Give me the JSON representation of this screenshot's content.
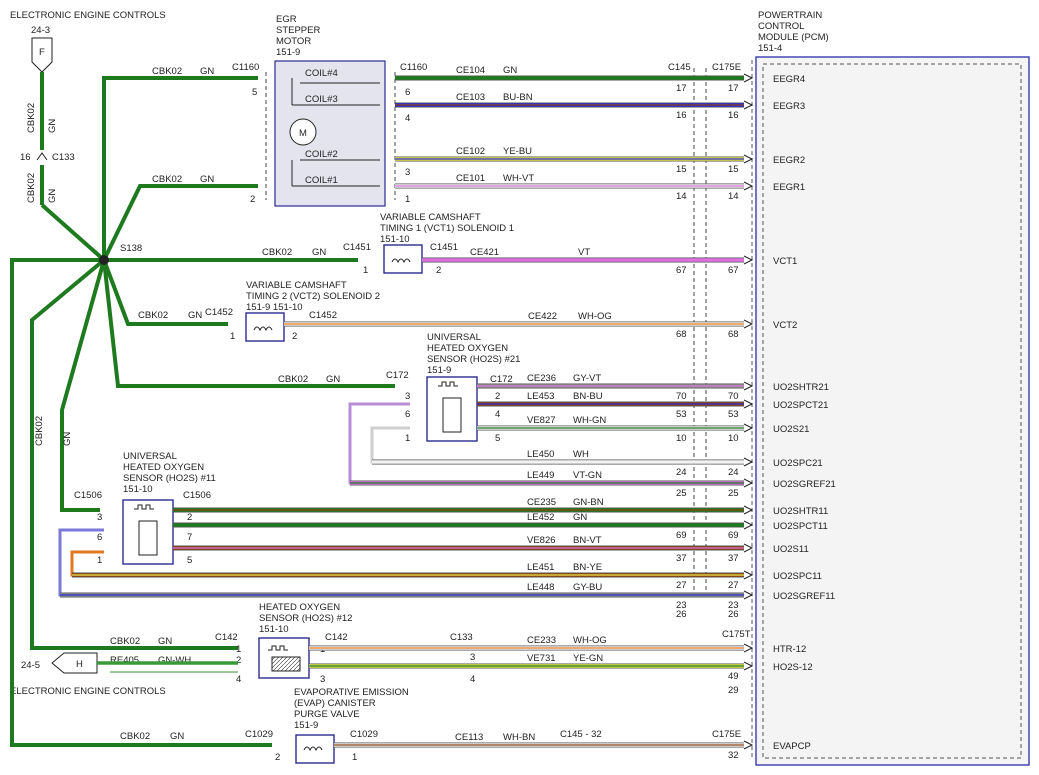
{
  "page": {
    "eec_top": "ELECTRONIC ENGINE CONTROLS",
    "eec_bottom": "ELECTRONIC ENGINE CONTROLS",
    "ref_top": "24-3",
    "ref_bottom": "24-5",
    "flag_top": "F",
    "flag_bottom": "H",
    "c133_pin": "16",
    "c133": "C133",
    "splice": "S138"
  },
  "vertical_wire": {
    "circuit": "CBK02",
    "color": "GN"
  },
  "pcm": {
    "title": [
      "POWERTRAIN",
      "CONTROL",
      "MODULE (PCM)",
      "151-4"
    ]
  },
  "egr": {
    "title": [
      "EGR",
      "STEPPER",
      "MOTOR",
      "151-9"
    ],
    "coils": [
      "COIL#4",
      "COIL#3",
      "COIL#2",
      "COIL#1"
    ],
    "motor": "M"
  },
  "components": {
    "vct1": [
      "VARIABLE CAMSHAFT",
      "TIMING 1 (VCT1) SOLENOID 1",
      "151-10"
    ],
    "vct2": [
      "VARIABLE CAMSHAFT",
      "TIMING 2 (VCT2) SOLENOID 2",
      "151-9   151-10"
    ],
    "ho2s21": [
      "UNIVERSAL",
      "HEATED OXYGEN",
      "SENSOR (HO2S) #21",
      "151-9"
    ],
    "ho2s11": [
      "UNIVERSAL",
      "HEATED OXYGEN",
      "SENSOR (HO2S) #11",
      "151-10"
    ],
    "ho2s12": [
      "HEATED OXYGEN",
      "SENSOR (HO2S) #12",
      "151-10"
    ],
    "evap": [
      "EVAPORATIVE EMISSION",
      "(EVAP) CANISTER",
      "PURGE VALVE",
      "151-9"
    ]
  },
  "labels": {
    "cbk02": "CBK02",
    "gn": "GN",
    "gn_wh": "GN-WH",
    "re405": "RE405",
    "c1160": "C1160",
    "c1451": "C1451",
    "c1452": "C1452",
    "c172": "C172",
    "c1506": "C1506",
    "c142": "C142",
    "c1029": "C1029",
    "c133": "C133",
    "c145": "C145",
    "c175e": "C175E",
    "c175t": "C175T",
    "c145_32": "C145 - 32"
  },
  "pins": {
    "egr_left": [
      "5",
      "2"
    ],
    "egr_right": [
      "6",
      "4",
      "3",
      "1"
    ],
    "vct1": [
      "1",
      "2"
    ],
    "vct2": [
      "1",
      "2"
    ],
    "ho2s21_left": [
      "3",
      "6",
      "1"
    ],
    "ho2s21_right": [
      "2",
      "4",
      "5"
    ],
    "ho2s11_left": [
      "3",
      "6",
      "1"
    ],
    "ho2s11_right": [
      "2",
      "7",
      "5"
    ],
    "ho2s12_left": [
      "1",
      "2",
      "4"
    ],
    "ho2s12_right": [
      "1",
      "3"
    ],
    "c133": [
      "3",
      "4"
    ],
    "evap": [
      "2",
      "1"
    ]
  },
  "wires": [
    {
      "circuit": "CE104",
      "color": "GN",
      "left_pin": "17",
      "right_pin": "17",
      "pcm": "EEGR4"
    },
    {
      "circuit": "CE103",
      "color": "BU-BN",
      "left_pin": "16",
      "right_pin": "16",
      "pcm": "EEGR3"
    },
    {
      "circuit": "CE102",
      "color": "YE-BU",
      "left_pin": "15",
      "right_pin": "15",
      "pcm": "EEGR2"
    },
    {
      "circuit": "CE101",
      "color": "WH-VT",
      "left_pin": "14",
      "right_pin": "14",
      "pcm": "EEGR1"
    },
    {
      "circuit": "CE421",
      "color": "VT",
      "left_pin": "67",
      "right_pin": "67",
      "pcm": "VCT1"
    },
    {
      "circuit": "CE422",
      "color": "WH-OG",
      "left_pin": "68",
      "right_pin": "68",
      "pcm": "VCT2"
    },
    {
      "circuit": "CE236",
      "color": "GY-VT",
      "left_pin": "70",
      "right_pin": "70",
      "pcm": "UO2SHTR21"
    },
    {
      "circuit": "LE453",
      "color": "BN-BU",
      "left_pin": "53",
      "right_pin": "53",
      "pcm": "UO2SPCT21"
    },
    {
      "circuit": "VE827",
      "color": "WH-GN",
      "left_pin": "10",
      "right_pin": "10",
      "pcm": "UO2S21"
    },
    {
      "circuit": "LE450",
      "color": "WH",
      "left_pin": "24",
      "right_pin": "24",
      "pcm": "UO2SPC21"
    },
    {
      "circuit": "LE449",
      "color": "VT-GN",
      "left_pin": "25",
      "right_pin": "25",
      "pcm": "UO2SGREF21"
    },
    {
      "circuit": "CE235",
      "color": "GN-BN",
      "left_pin": "",
      "right_pin": "",
      "pcm": "UO2SHTR11"
    },
    {
      "circuit": "LE452",
      "color": "GN",
      "left_pin": "69",
      "right_pin": "69",
      "pcm": "UO2SPCT11"
    },
    {
      "circuit": "VE826",
      "color": "BN-VT",
      "left_pin": "37",
      "right_pin": "37",
      "pcm": "UO2S11"
    },
    {
      "circuit": "LE451",
      "color": "BN-YE",
      "left_pin": "27",
      "right_pin": "27",
      "pcm": "UO2SPC11"
    },
    {
      "circuit": "LE448",
      "color": "GY-BU",
      "left_pin": "23",
      "right_pin": "23",
      "pcm": "UO2SGREF11"
    },
    {
      "circuit": "",
      "color": "",
      "left_pin": "26",
      "right_pin": "26",
      "pcm": ""
    },
    {
      "circuit": "CE233",
      "color": "WH-OG",
      "left_pin": "",
      "right_pin": "",
      "pcm": "HTR-12"
    },
    {
      "circuit": "VE731",
      "color": "YE-GN",
      "left_pin": "",
      "right_pin": "49",
      "pcm": "HO2S-12"
    },
    {
      "circuit": "",
      "color": "",
      "left_pin": "",
      "right_pin": "29",
      "pcm": ""
    },
    {
      "circuit": "CE113",
      "color": "WH-BN",
      "left_pin": "",
      "right_pin": "32",
      "pcm": "EVAPCP"
    }
  ],
  "wire_colors": {
    "GN": "#1e7a1e",
    "BU": "#2a2ad8",
    "BN": "#8b4513",
    "YE": "#e8e84a",
    "WH": "#f2f2f2",
    "VT": "#e070e0",
    "OG": "#f08020",
    "GY": "#909090"
  }
}
